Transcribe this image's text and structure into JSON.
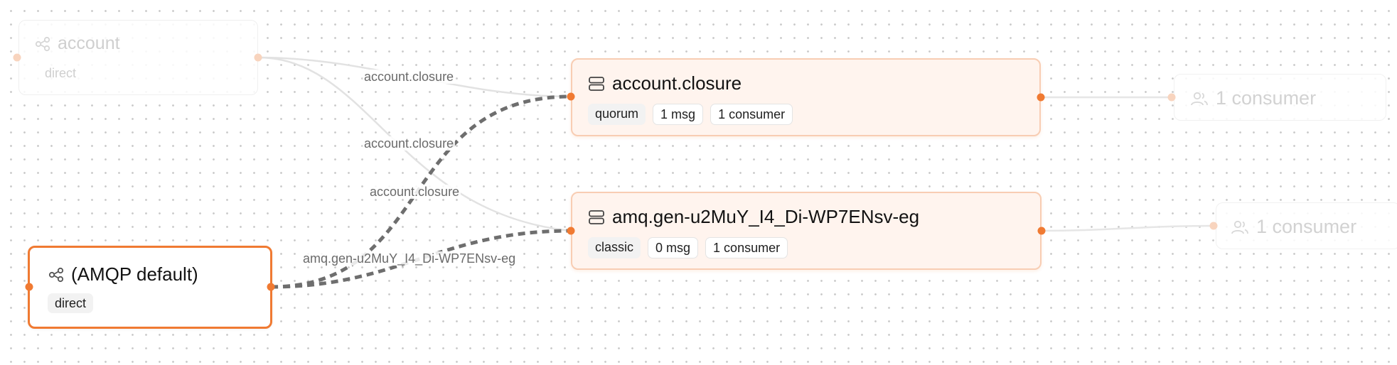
{
  "exchanges": [
    {
      "id": "account",
      "name": "account",
      "type": "direct",
      "icon": "exchange-icon",
      "state": "faded"
    },
    {
      "id": "amqp-default",
      "name": "(AMQP default)",
      "type": "direct",
      "icon": "exchange-icon",
      "state": "selected"
    }
  ],
  "queues": [
    {
      "id": "account-closure",
      "name": "account.closure",
      "type": "quorum",
      "messages": "1 msg",
      "consumers": "1 consumer",
      "icon": "queue-icon"
    },
    {
      "id": "amq-gen",
      "name": "amq.gen-u2MuY_I4_Di-WP7ENsv-eg",
      "type": "classic",
      "messages": "0 msg",
      "consumers": "1 consumer",
      "icon": "queue-icon"
    }
  ],
  "consumers": [
    {
      "id": "consumers-account-closure",
      "label": "1 consumer",
      "icon": "users-icon"
    },
    {
      "id": "consumers-amq-gen",
      "label": "1 consumer",
      "icon": "users-icon"
    }
  ],
  "bindings": [
    {
      "from": "account",
      "to": "account-closure",
      "routing_key": "account.closure",
      "style": "solid"
    },
    {
      "from": "account",
      "to": "amq-gen",
      "routing_key": "account.closure",
      "style": "solid"
    },
    {
      "from": "amqp-default",
      "to": "account-closure",
      "routing_key": "account.closure",
      "style": "dashed"
    },
    {
      "from": "amqp-default",
      "to": "amq-gen",
      "routing_key": "amq.gen-u2MuY_I4_Di-WP7ENsv-eg",
      "style": "dashed"
    }
  ],
  "colors": {
    "accent": "#f07a32",
    "accent_faded": "#f8d4be",
    "queue_bg": "#fff4ee",
    "queue_border": "#f8cdb3",
    "edge_solid": "#e2e2e2",
    "edge_dashed": "#6e6e6e"
  }
}
